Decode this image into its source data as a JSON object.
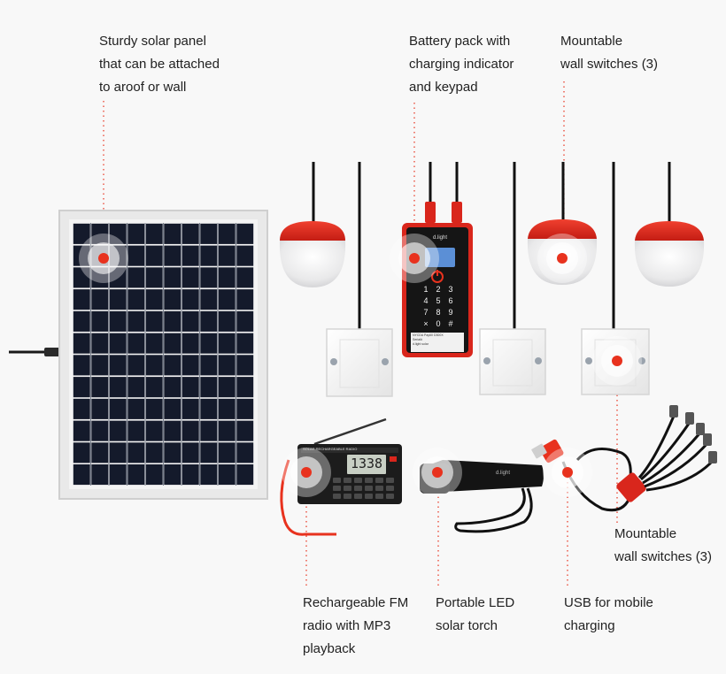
{
  "labels": {
    "solar_panel": "Sturdy solar panel\nthat can be attached\nto aroof or wall",
    "battery_pack": "Battery pack with\ncharging indicator\nand keypad",
    "wall_switches_top": "Mountable\nwall switches (3)",
    "wall_switches_bottom": "Mountable\nwall switches (3)",
    "radio": "Rechargeable FM\nradio with MP3\nplayback",
    "torch": "Portable LED\nsolar torch",
    "usb": "USB for mobile\ncharging"
  },
  "battery": {
    "brand": "d.light",
    "lcd": "",
    "keys": [
      "1",
      "2",
      "3",
      "4",
      "5",
      "6",
      "7",
      "8",
      "9",
      "×",
      "0",
      "#"
    ],
    "sticker_line1": "NYCDA Pay60",
    "sticker_line2": "D300X",
    "sticker_line3": "Serial#",
    "sticker_line4": "d.light solar"
  },
  "radio": {
    "display": "1338",
    "top_text": "SOLAR RECHARGEABLE RADIO"
  },
  "torch": {
    "brand": "d.light"
  },
  "colors": {
    "accent": "#e8321e",
    "lamp_red": "#d9261c",
    "panel_cell": "#141a2b",
    "frame": "#e6e6e6",
    "background": "#f8f8f8"
  }
}
